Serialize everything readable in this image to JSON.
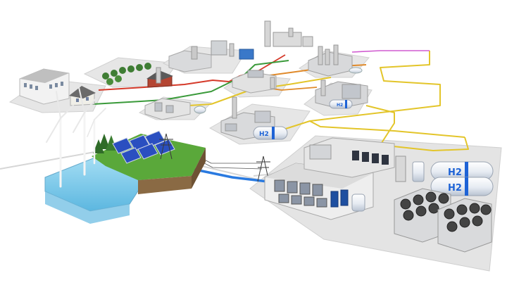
{
  "tank_labels": {
    "large_top": "H2",
    "large_bottom": "H2",
    "mid_plant": "H2",
    "small_plant": "H2"
  },
  "colors": {
    "background": "#ffffff",
    "ground": "#e7e7e7",
    "hydrogen_pipe": "#e3c52a",
    "power_line": "#3a9a3a",
    "red_line": "#d53a2a",
    "orange_line": "#e08a2a",
    "magenta_line": "#d05bd0",
    "water": "#8fd3ef",
    "grass": "#5aa83a",
    "tank_blue": "#1e63d6"
  },
  "icons": [
    "wind-turbine-icon",
    "solar-panel-icon",
    "power-pylon-icon",
    "hydrogen-tank-icon",
    "factory-icon",
    "house-icon",
    "office-building-icon",
    "electrolyzer-icon",
    "cooling-fan-icon"
  ]
}
